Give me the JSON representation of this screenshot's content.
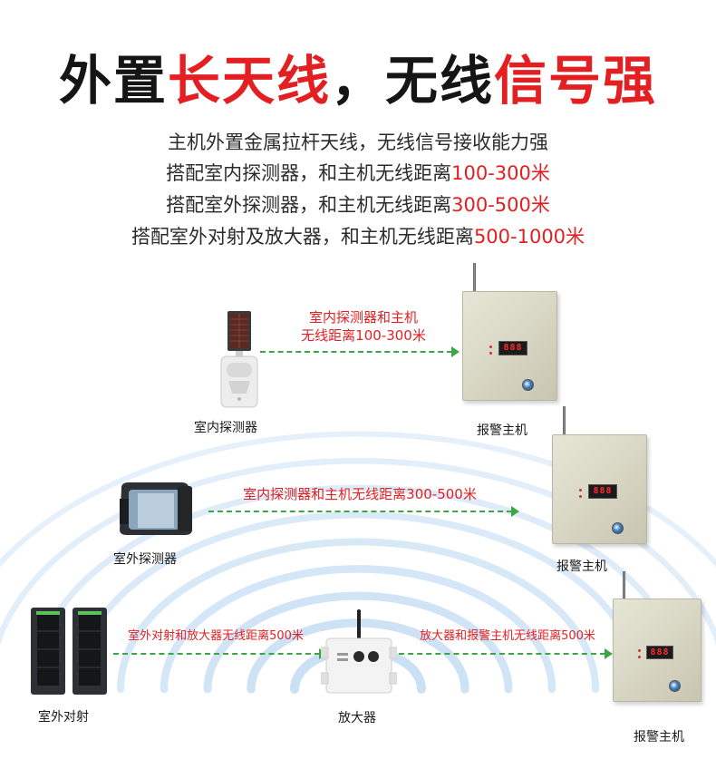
{
  "headline": {
    "part1": "外置",
    "part2": "长天线",
    "part3": "，无线",
    "part4": "信号强"
  },
  "description": {
    "line1": "主机外置金属拉杆天线，无线信号接收能力强",
    "line2_prefix": "搭配室内探测器，和主机无线距离",
    "line2_value": "100-300米",
    "line3_prefix": "搭配室外探测器，和主机无线距离",
    "line3_value": "300-500米",
    "line4_prefix": "搭配室外对射及放大器，和主机无线距离",
    "line4_value": "500-1000米"
  },
  "devices": {
    "indoor_detector": "室内探测器",
    "outdoor_detector": "室外探测器",
    "beam_detector": "室外对射",
    "amplifier": "放大器",
    "alarm_host": "报警主机",
    "host_display": "888"
  },
  "links": {
    "indoor_line1": "室内探测器和主机",
    "indoor_line2": "无线距离100-300米",
    "outdoor": "室内探测器和主机无线距离300-500米",
    "beam_to_amp": "室外对射和放大器无线距离500米",
    "amp_to_host": "放大器和报警主机无线距离500米"
  },
  "colors": {
    "accent_red": "#e41f21",
    "arrow_green": "#3aa645",
    "wave_blue": "#9fc6ec"
  }
}
